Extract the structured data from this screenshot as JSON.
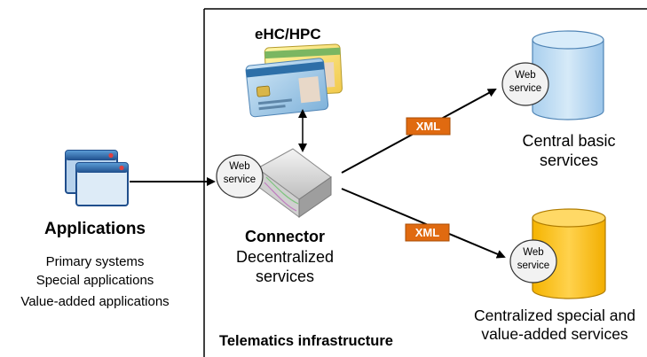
{
  "ehc_label": "eHC/HPC",
  "xml_badges": [
    "XML",
    "XML"
  ],
  "web_service_label": "Web service",
  "applications": {
    "title": "Applications",
    "items": [
      "Primary systems",
      "Special applications",
      "Value-added applications"
    ]
  },
  "connector": {
    "title": "Connector",
    "subtitle": "Decentralized services"
  },
  "central_basic_services": "Central basic services",
  "centralized_special_services": "Centralized special and value-added services",
  "telematics_infrastructure": "Telematics infrastructure",
  "colors": {
    "xml_badge": "#E06A10",
    "cylinder_blue": "#BFDDF4",
    "cylinder_yellow": "#FFC000",
    "window_blue": "#2F6FB0"
  }
}
